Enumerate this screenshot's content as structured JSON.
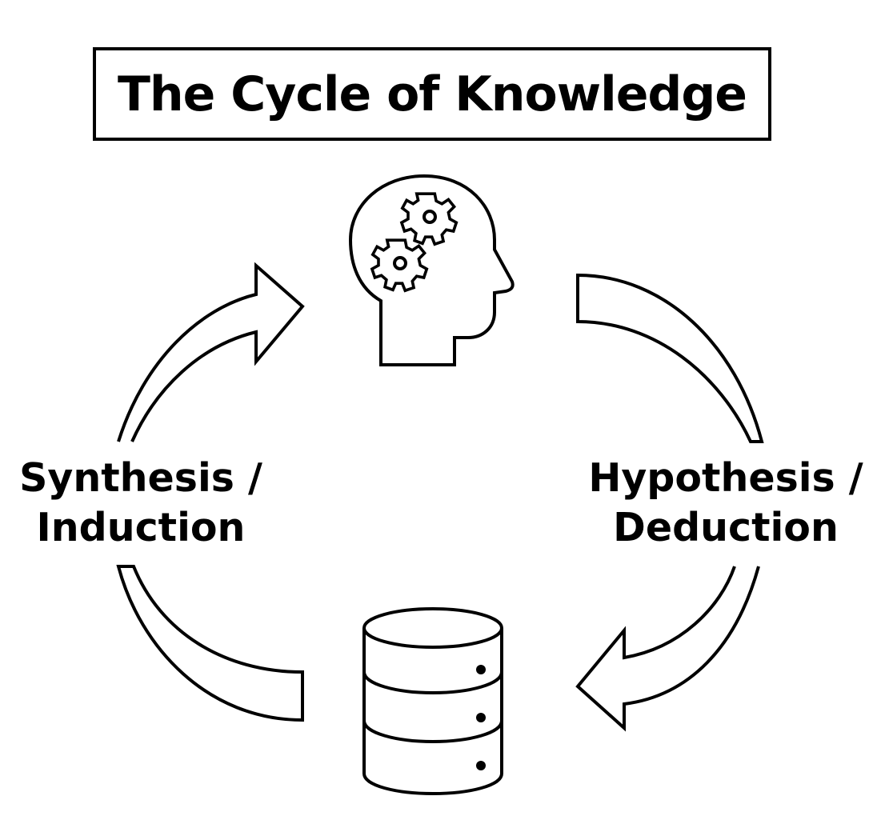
{
  "title": "The Cycle of Knowledge",
  "labels": {
    "left": {
      "line1": "Synthesis /",
      "line2": "Induction"
    },
    "right": {
      "line1": "Hypothesis /",
      "line2": "Deduction"
    }
  },
  "icons": {
    "top": "head-with-gears-icon",
    "bottom": "database-icon"
  },
  "colors": {
    "stroke": "#000000",
    "background": "#ffffff"
  }
}
